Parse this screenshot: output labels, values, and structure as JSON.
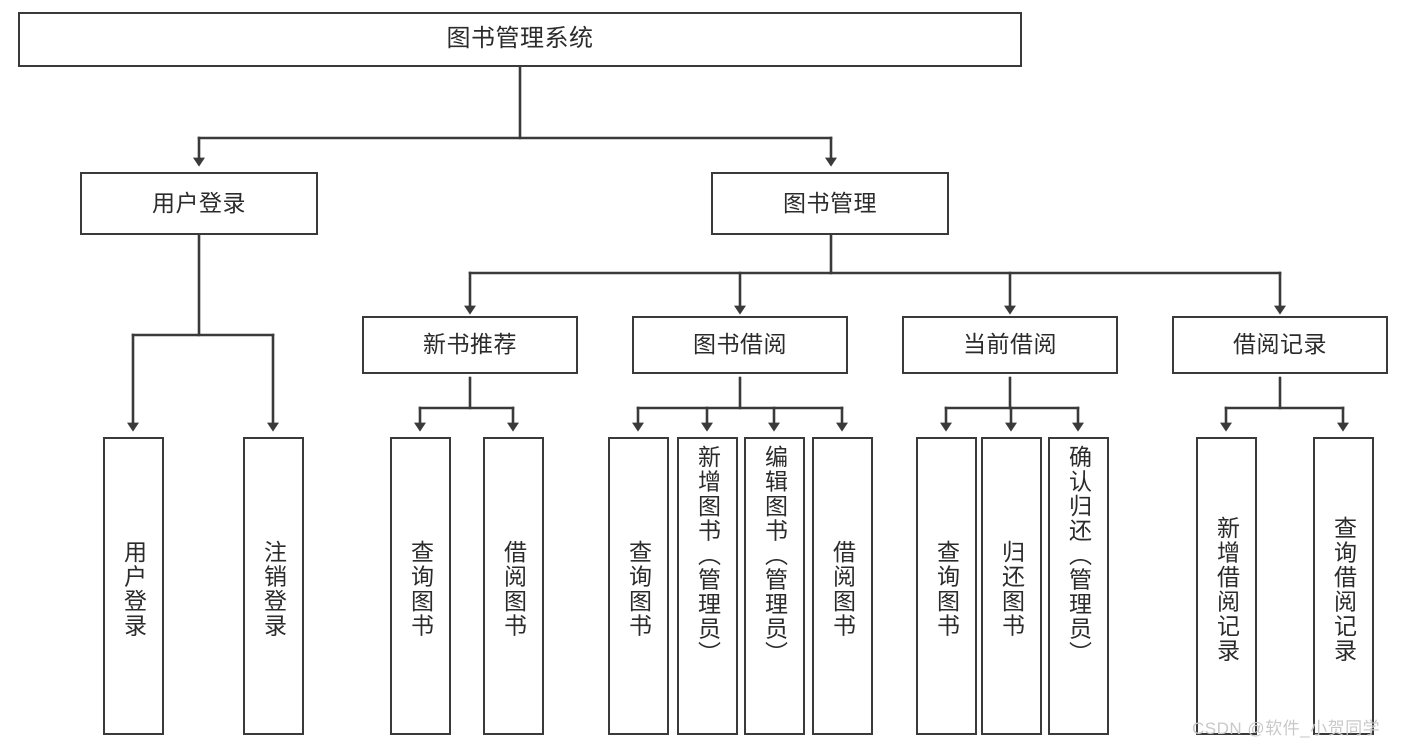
{
  "diagram": {
    "title": "图书管理系统",
    "type": "tree-hierarchy-diagram",
    "colors": {
      "background": "#ffffff",
      "stroke": "#3a3a3a",
      "text": "#2b2b2b",
      "watermark": "#c9c9c9"
    },
    "root": {
      "label": "图书管理系统"
    },
    "level2": [
      {
        "label": "用户登录"
      },
      {
        "label": "图书管理"
      }
    ],
    "level3": [
      {
        "label": "新书推荐"
      },
      {
        "label": "图书借阅"
      },
      {
        "label": "当前借阅"
      },
      {
        "label": "借阅记录"
      }
    ],
    "leaves": {
      "user_login": [
        {
          "label": "用户登录"
        },
        {
          "label": "注销登录"
        }
      ],
      "new_book_recommend": [
        {
          "label": "查询图书"
        },
        {
          "label": "借阅图书"
        }
      ],
      "book_borrow": [
        {
          "label": "查询图书"
        },
        {
          "label": "新增图书（管理员）"
        },
        {
          "label": "编辑图书（管理员）"
        },
        {
          "label": "借阅图书"
        }
      ],
      "current_borrow": [
        {
          "label": "查询图书"
        },
        {
          "label": "归还图书"
        },
        {
          "label": "确认归还（管理员）"
        }
      ],
      "borrow_record": [
        {
          "label": "新增借阅记录"
        },
        {
          "label": "查询借阅记录"
        }
      ]
    },
    "watermark": "CSDN @软件_小贺同学"
  }
}
